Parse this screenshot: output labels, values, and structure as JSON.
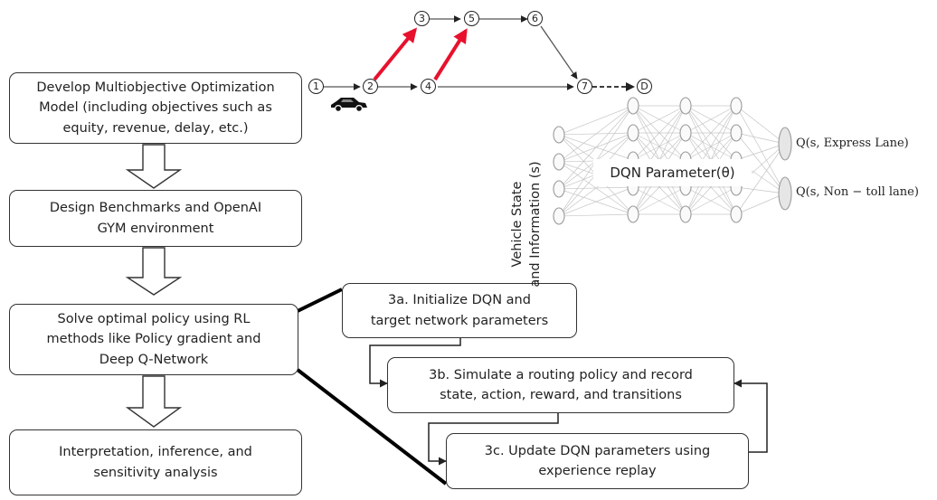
{
  "workflow": {
    "steps": [
      {
        "lines": [
          "Develop Multiobjective Optimization",
          "Model (including objectives such as",
          "equity, revenue, delay, etc.)"
        ]
      },
      {
        "lines": [
          "Design Benchmarks and OpenAI",
          "GYM environment"
        ]
      },
      {
        "lines": [
          "Solve optimal policy using RL",
          "methods like Policy gradient and",
          "Deep Q-Network"
        ]
      },
      {
        "lines": [
          "Interpretation, inference, and",
          "sensitivity analysis"
        ]
      }
    ]
  },
  "dqn_steps": [
    {
      "lines": [
        "3a. Initialize DQN and",
        "target network parameters"
      ]
    },
    {
      "lines": [
        "3b. Simulate a routing policy and record",
        "state, action, reward, and transitions"
      ]
    },
    {
      "lines": [
        "3c. Update DQN parameters using",
        "experience replay"
      ]
    }
  ],
  "network": {
    "nodes": [
      "1",
      "2",
      "3",
      "4",
      "5",
      "6",
      "7",
      "D"
    ],
    "route_colors": {
      "highlight": "#e8112d",
      "normal": "#555555"
    }
  },
  "dqn": {
    "input_label_lines": [
      "Vehicle State",
      "and Information (s)"
    ],
    "center_label": "DQN Parameter(θ)",
    "outputs": [
      "Q(s, Express Lane)",
      "Q(s, Non − toll lane)"
    ]
  }
}
